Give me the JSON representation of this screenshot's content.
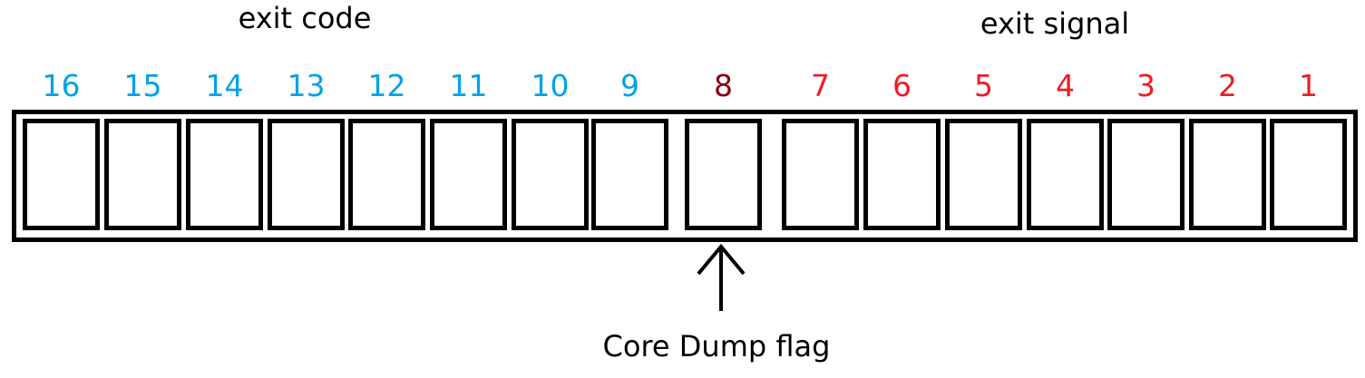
{
  "labels": {
    "exit_code": "exit code",
    "exit_signal": "exit signal",
    "core_dump": "Core Dump flag"
  },
  "colors": {
    "exit_code": "#00a2e8",
    "core_dump": "#880015",
    "exit_signal": "#ed1c24"
  },
  "bits": [
    {
      "num": "16",
      "group": "exit_code"
    },
    {
      "num": "15",
      "group": "exit_code"
    },
    {
      "num": "14",
      "group": "exit_code"
    },
    {
      "num": "13",
      "group": "exit_code"
    },
    {
      "num": "12",
      "group": "exit_code"
    },
    {
      "num": "11",
      "group": "exit_code"
    },
    {
      "num": "10",
      "group": "exit_code"
    },
    {
      "num": "9",
      "group": "exit_code"
    },
    {
      "num": "8",
      "group": "core_dump"
    },
    {
      "num": "7",
      "group": "exit_signal"
    },
    {
      "num": "6",
      "group": "exit_signal"
    },
    {
      "num": "5",
      "group": "exit_signal"
    },
    {
      "num": "4",
      "group": "exit_signal"
    },
    {
      "num": "3",
      "group": "exit_signal"
    },
    {
      "num": "2",
      "group": "exit_signal"
    },
    {
      "num": "1",
      "group": "exit_signal"
    }
  ]
}
